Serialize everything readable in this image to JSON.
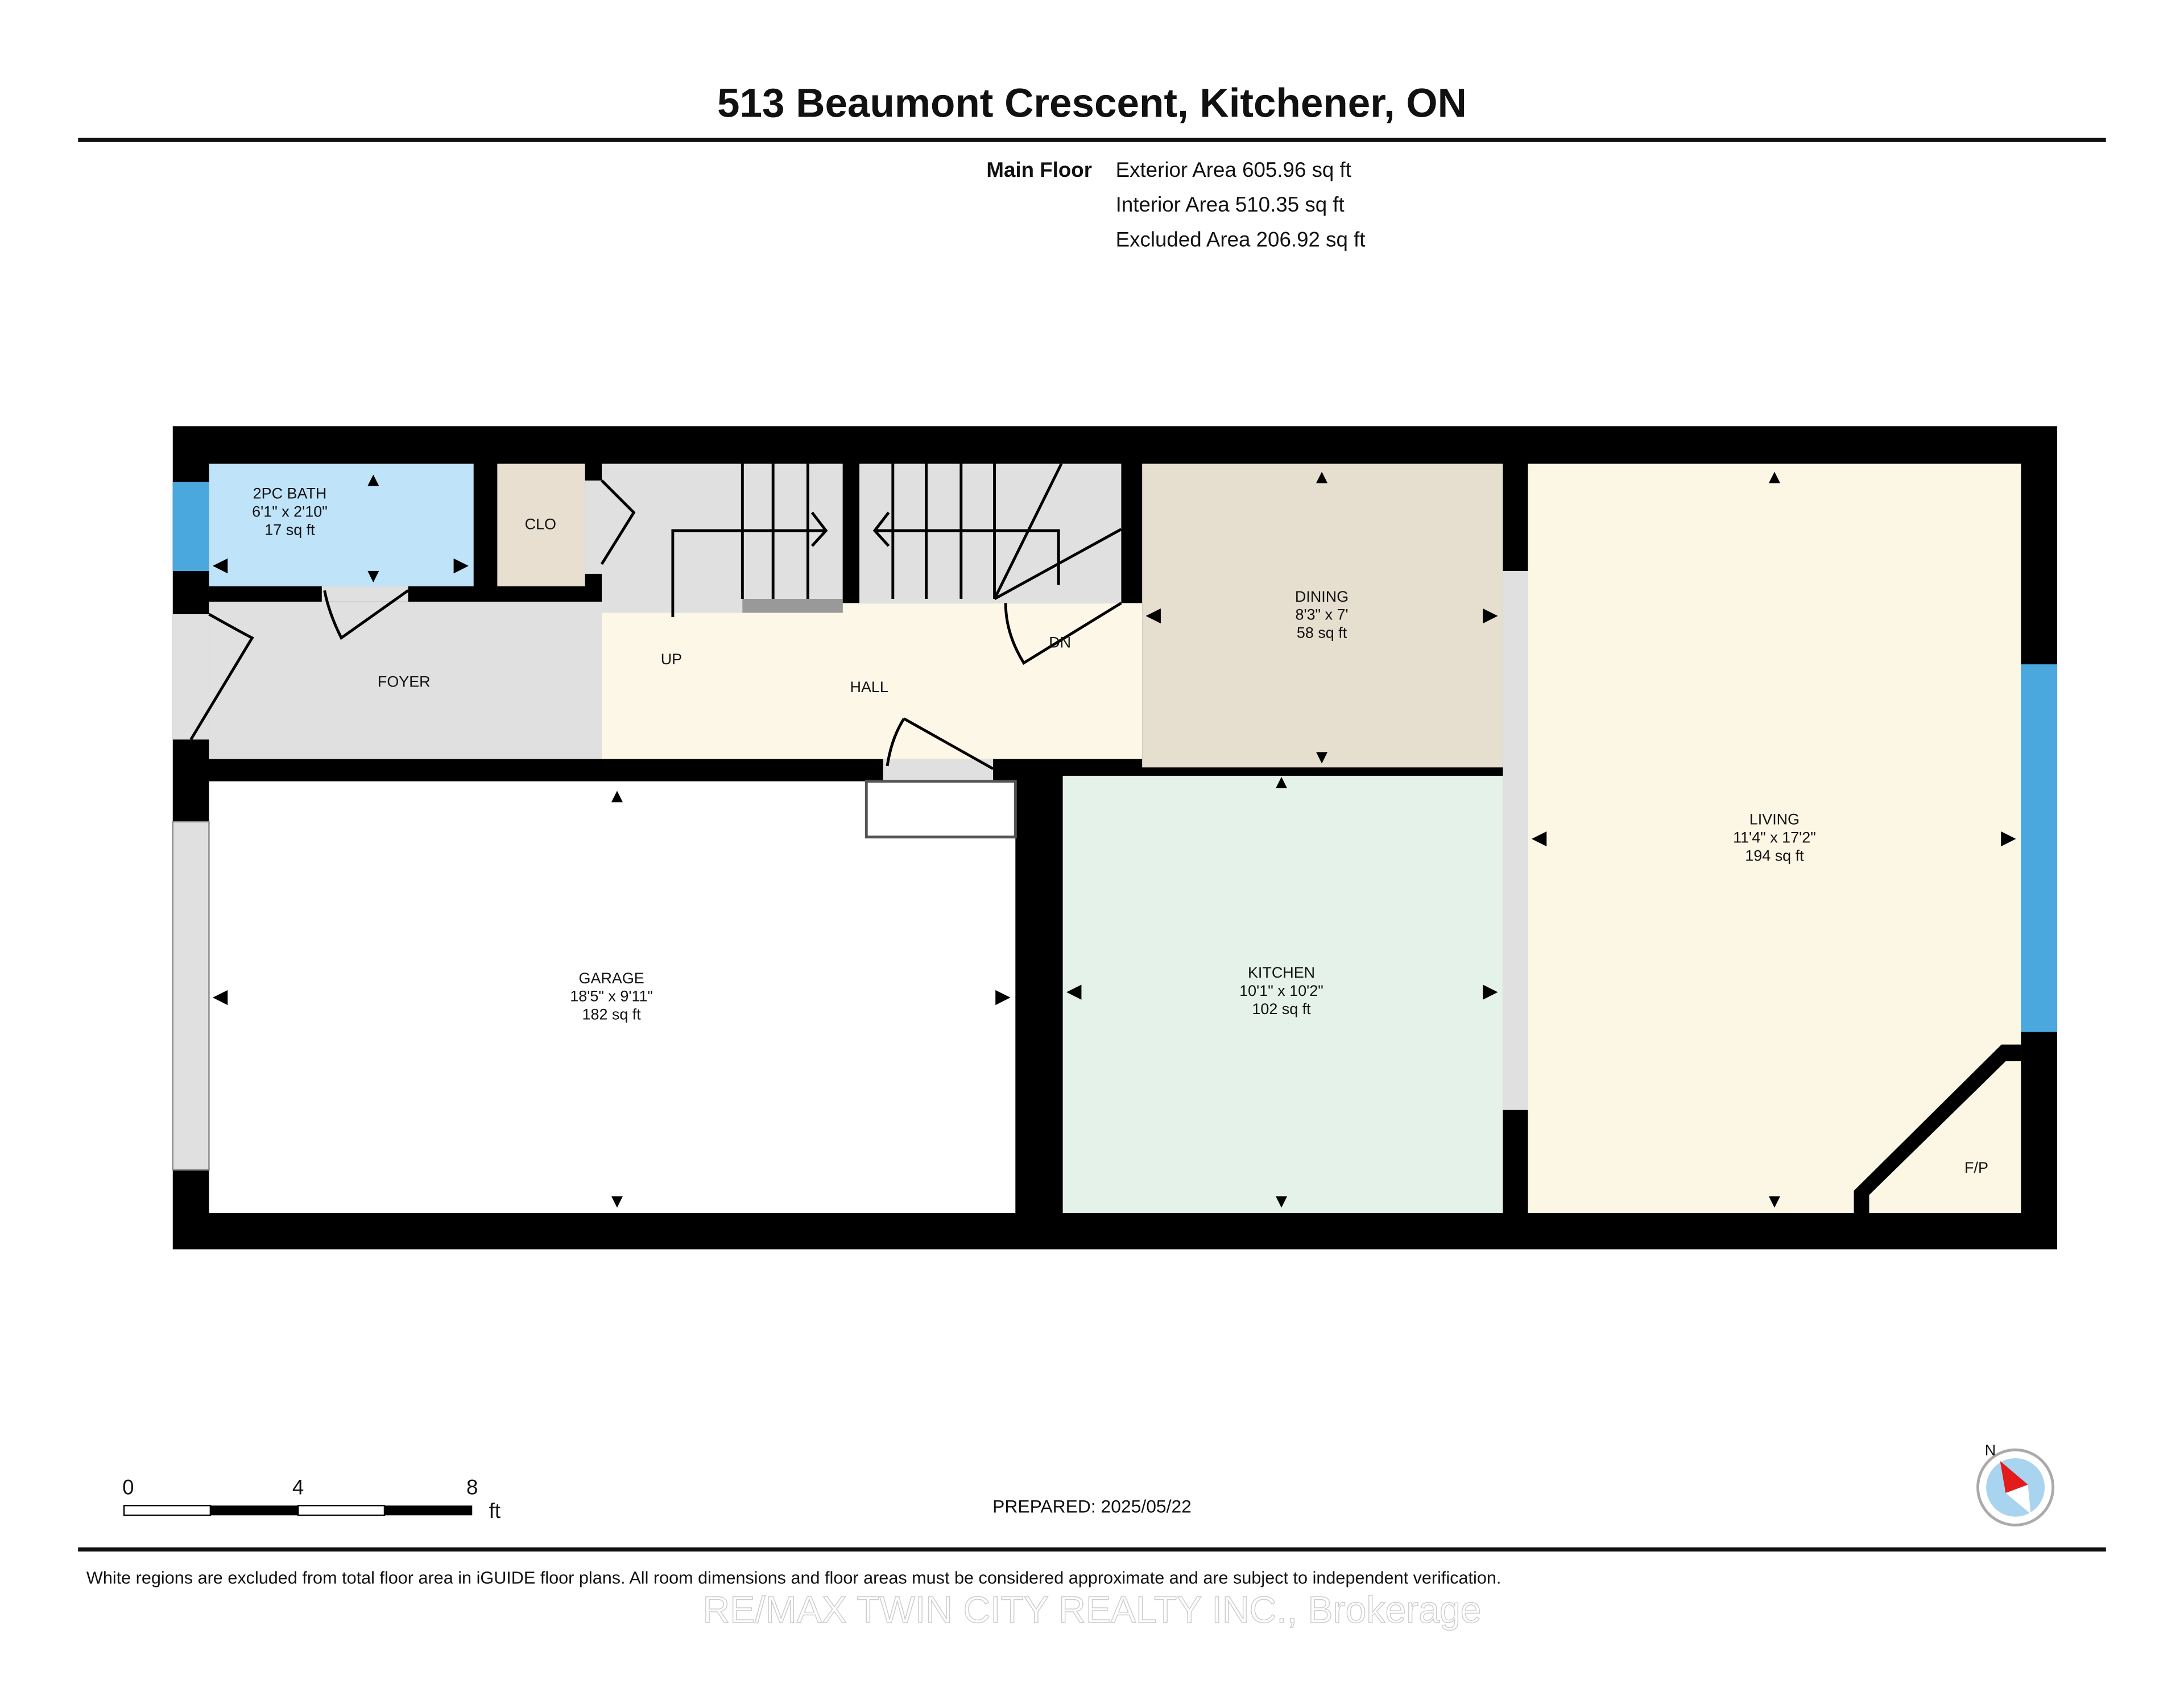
{
  "title": "513 Beaumont Crescent, Kitchener, ON",
  "floor": {
    "name": "Main Floor",
    "exterior_area": "Exterior Area 605.96 sq ft",
    "interior_area": "Interior Area 510.35 sq ft",
    "excluded_area": "Excluded Area 206.92 sq ft"
  },
  "rooms": {
    "bath": {
      "name": "2PC BATH",
      "dims": "6'1\" x 2'10\"",
      "area": "17 sq ft"
    },
    "closet": {
      "name": "CLO"
    },
    "foyer": {
      "name": "FOYER"
    },
    "hall": {
      "name": "HALL"
    },
    "stairs_up": "UP",
    "stairs_down": "DN",
    "dining": {
      "name": "DINING",
      "dims": "8'3\" x 7'",
      "area": "58 sq ft"
    },
    "garage": {
      "name": "GARAGE",
      "dims": "18'5\" x 9'11\"",
      "area": "182 sq ft"
    },
    "kitchen": {
      "name": "KITCHEN",
      "dims": "10'1\" x 10'2\"",
      "area": "102 sq ft"
    },
    "living": {
      "name": "LIVING",
      "dims": "11'4\" x 17'2\"",
      "area": "194 sq ft"
    },
    "fireplace": "F/P"
  },
  "scale": {
    "ticks": [
      "0",
      "4",
      "8"
    ],
    "unit": "ft"
  },
  "prepared": "PREPARED: 2025/05/22",
  "compass": {
    "label": "N"
  },
  "disclaimer": "White regions are excluded from total floor area in iGUIDE floor plans. All room dimensions and floor areas must be considered approximate and are subject to independent verification.",
  "watermark": "RE/MAX TWIN CITY REALTY INC., Brokerage",
  "colors": {
    "bath": "#bfe3f8",
    "window": "#4aa8de",
    "dining": "#e6dfd0",
    "kitchen": "#e4f2ea",
    "living": "#fcf6e4",
    "hall": "#fcf7e6",
    "foyer": "#e0e0e0"
  }
}
